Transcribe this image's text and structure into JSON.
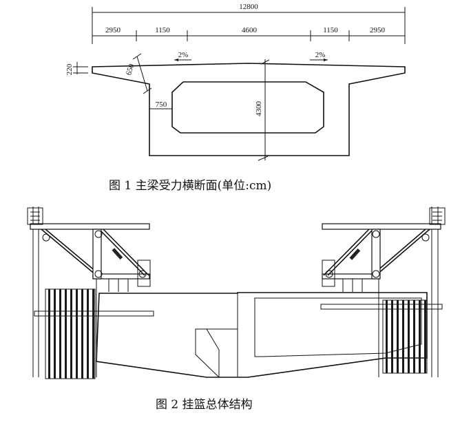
{
  "figure1": {
    "caption": "图 1   主梁受力横断面(单位:cm)",
    "total_width": "12800",
    "segments": [
      "2950",
      "1150",
      "4600",
      "1150",
      "2950"
    ],
    "slope_left": "2%",
    "slope_right": "2%",
    "flange_thickness": "220",
    "web_label": "650",
    "bottom_label": "750",
    "height_label": "4300"
  },
  "figure2": {
    "caption": "图 2   挂篮总体结构"
  }
}
